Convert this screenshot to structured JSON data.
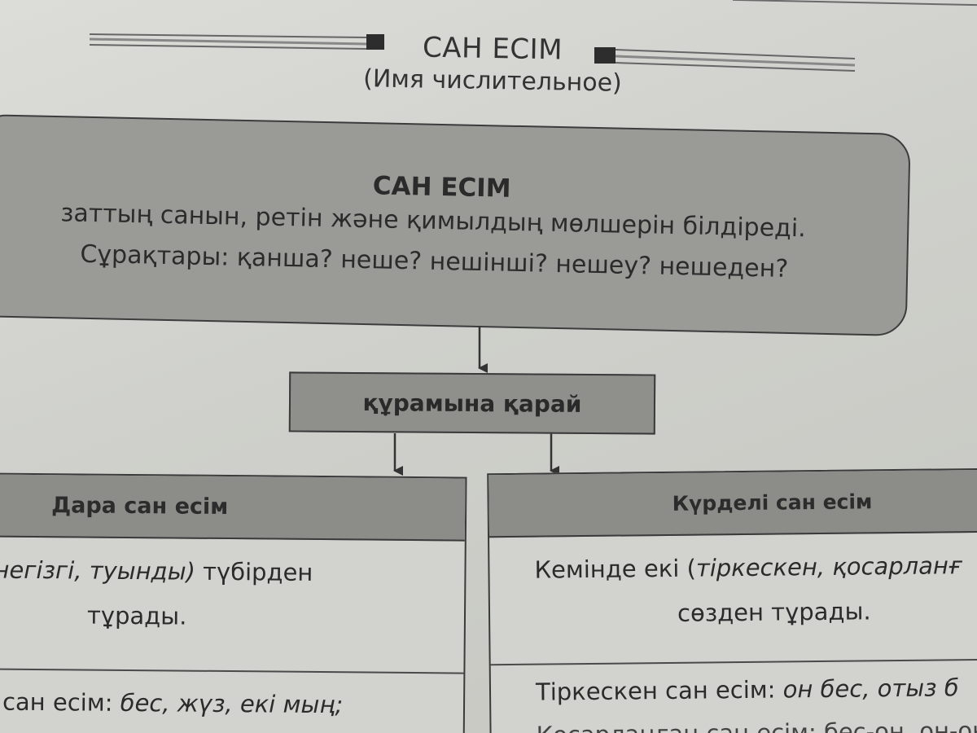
{
  "header": {
    "title": "САН ЕСІМ",
    "subtitle": "(Имя числительное)"
  },
  "definition": {
    "title": "САН ЕСІМ",
    "line1": "заттың санын, ретін және қимылдың мөлшерін білдіреді.",
    "line2_label": "Сұрақтары:",
    "line2_questions": "қанша? неше? нешінші? нешеу? нешеден?"
  },
  "middle": {
    "label": "құрамына қарай"
  },
  "left_column": {
    "header": "Дара сан есім",
    "row1_italic": "негізгі, туынды)",
    "row1_plain": " түбірден",
    "row1_line2": "тұрады.",
    "row2_plain": "сан есім: ",
    "row2_italic": "бес, жүз, екі мың;"
  },
  "right_column": {
    "header": "Күрделі сан есім",
    "row1_plain": "Кемінде екі (",
    "row1_italic": "тіркескен, қосарланғ",
    "row1_line2": "сөзден тұрады.",
    "row2_plain": "Тіркескен сан есім:  ",
    "row2_italic": "он бес, отыз б",
    "row3_partial": "Қосарланған сан есім:  бес-он, он-он"
  }
}
